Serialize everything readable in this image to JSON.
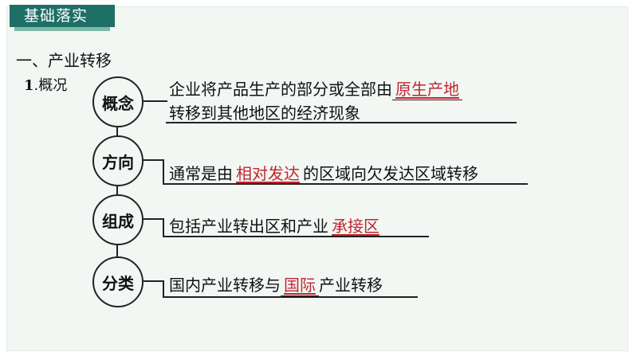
{
  "section_tag": "基础落实",
  "heading": "一、产业转移",
  "sub_heading": {
    "number": "1",
    "label": ".概况"
  },
  "nodes": [
    {
      "label": "概念",
      "text_line1_before": "企业将产品生产的部分或全部由",
      "answer": "原生产地",
      "text_line2": "转移到其他地区的经济现象"
    },
    {
      "label": "方向",
      "text_before": "通常是由",
      "answer": "相对发达",
      "text_after": "的区域向欠发达区域转移"
    },
    {
      "label": "组成",
      "text_before": "包括产业转出区和产业",
      "answer": "承接区",
      "text_after": ""
    },
    {
      "label": "分类",
      "text_before": "国内产业转移与",
      "answer": "国际",
      "text_after": "产业转移"
    }
  ],
  "colors": {
    "tag_bg": "#1e6f66",
    "answer": "#c0262d",
    "background": "#f2f7f4"
  }
}
